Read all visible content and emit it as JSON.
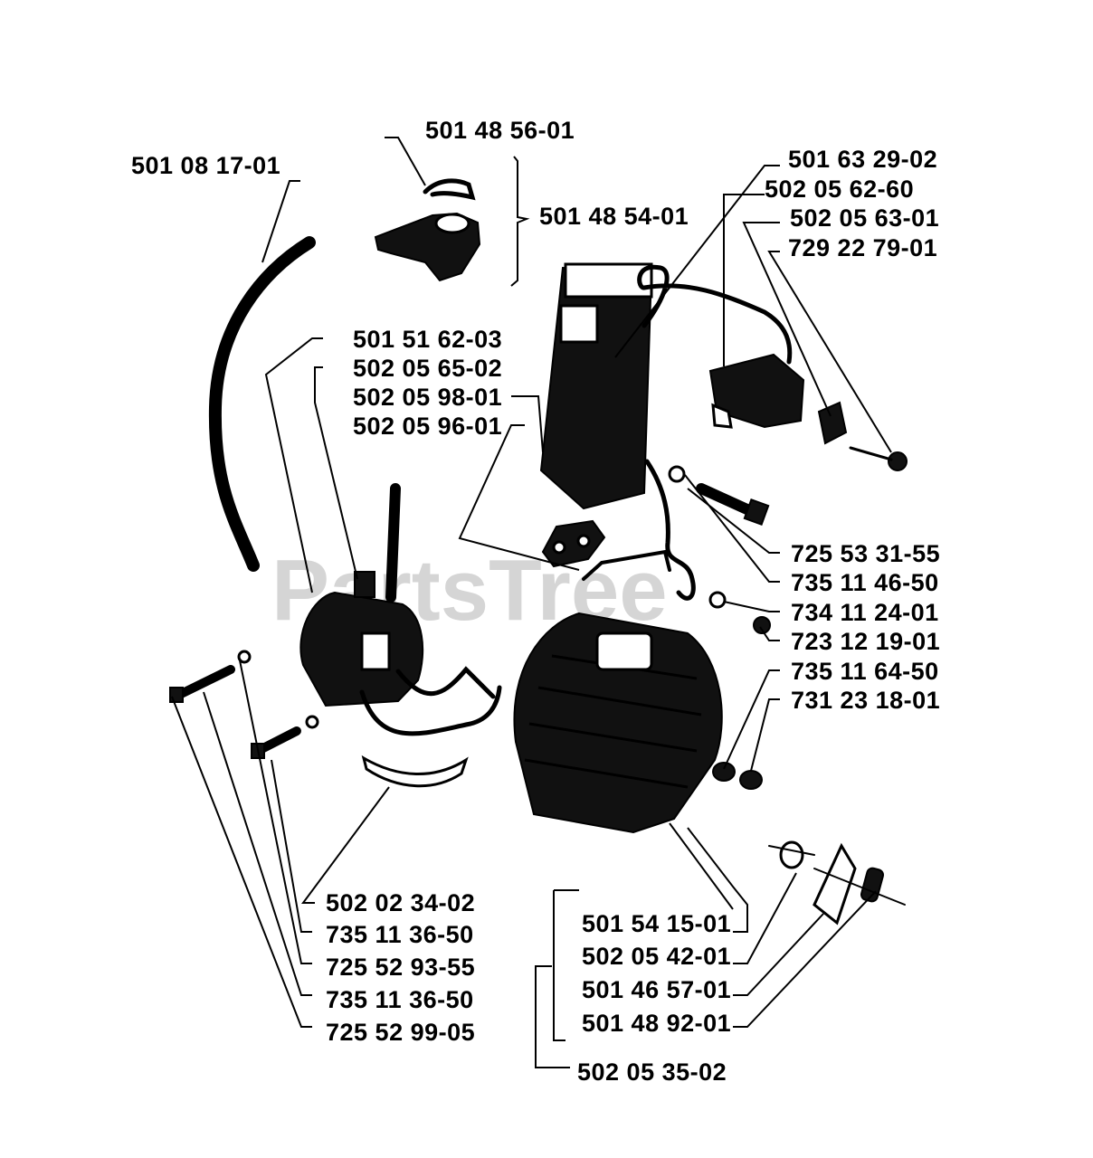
{
  "watermark": "PartsTree",
  "labels": {
    "p501481701": "501 08 17-01",
    "p501485601": "501 48 56-01",
    "p501485401": "501 48 54-01",
    "p501632902": "501 63 29-02",
    "p502056260": "502 05 62-60",
    "p502056301": "502 05 63-01",
    "p729227901": "729 22 79-01",
    "p501516203": "501 51 62-03",
    "p502056502": "502 05 65-02",
    "p502059801": "502 05 98-01",
    "p502059601": "502 05 96-01",
    "p725533155": "725 53 31-55",
    "p735114650": "735 11 46-50",
    "p734112401": "734 11 24-01",
    "p723121901": "723 12 19-01",
    "p735116450": "735 11 64-50",
    "p731231801": "731 23 18-01",
    "p502023402": "502 02 34-02",
    "p735113650a": "735 11 36-50",
    "p725529355": "725 52 93-55",
    "p735113650b": "735 11 36-50",
    "p725529905": "725 52 99-05",
    "p501541501": "501 54 15-01",
    "p502054201": "502 05 42-01",
    "p501465701": "501 46 57-01",
    "p501489201": "501 48 92-01",
    "p502053502": "502 05 35-02"
  }
}
